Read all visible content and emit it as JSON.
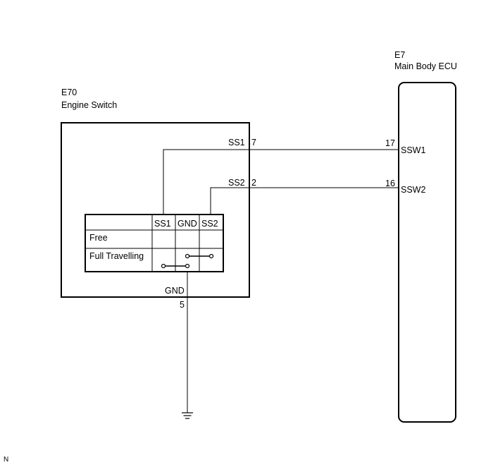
{
  "switch": {
    "code": "E70",
    "name": "Engine Switch",
    "pin_labels": {
      "ss1": "SS1",
      "ss2": "SS2",
      "gnd": "GND"
    },
    "pin_numbers": {
      "ss1": "7",
      "ss2": "2",
      "gnd": "5"
    },
    "table": {
      "headers": [
        "SS1",
        "GND",
        "SS2"
      ],
      "rows": [
        "Free",
        "Full Travelling"
      ]
    }
  },
  "ecu": {
    "code": "E7",
    "name": "Main Body ECU",
    "pin_labels": {
      "ssw1": "SSW1",
      "ssw2": "SSW2"
    },
    "pin_numbers": {
      "ssw1": "17",
      "ssw2": "16"
    }
  },
  "corner_mark": "N"
}
